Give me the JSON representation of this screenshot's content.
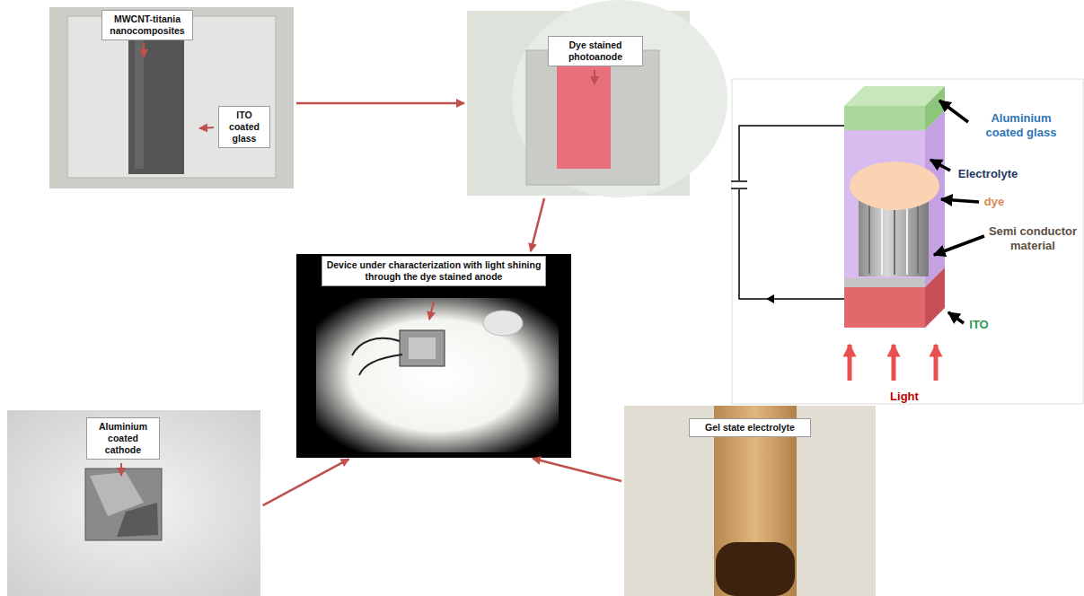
{
  "diagram": {
    "nodes": [
      {
        "text": [
          "MWCNT-titania nanocomposites",
          "ITO coated glass"
        ]
      },
      {
        "text": [
          "Dye stained photoanode"
        ]
      },
      {
        "text": [
          "Device under characterization with light shining through the dye stained anode"
        ]
      },
      {
        "text": [
          "Aluminium coated cathode"
        ]
      },
      {
        "text": [
          "Gel state electrolyte"
        ]
      }
    ],
    "edges": [
      {
        "from": 0,
        "to": 1,
        "arrow": "to"
      },
      {
        "from": 1,
        "to": 2,
        "arrow": "to"
      },
      {
        "from": 3,
        "to": 2,
        "arrow": "to"
      },
      {
        "from": 4,
        "to": 2,
        "arrow": "to"
      }
    ],
    "labels": [
      "Aluminium coated glass",
      "Electrolyte",
      "dye",
      "Semi conductor material",
      "ITO",
      "Light"
    ]
  }
}
